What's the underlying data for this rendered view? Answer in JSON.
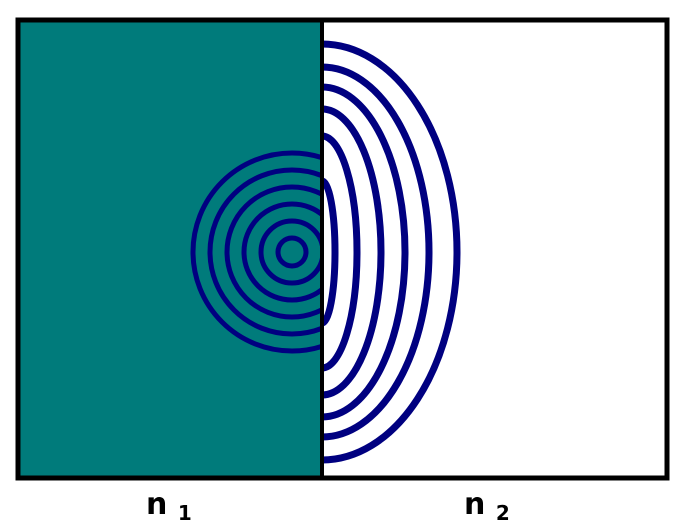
{
  "labels": {
    "left_medium": {
      "base": "n",
      "subscript": "1"
    },
    "right_medium": {
      "base": "n",
      "subscript": "2"
    }
  },
  "colors": {
    "medium_1_fill": "#007b7b",
    "medium_2_fill": "#ffffff",
    "wavefront": "#000080",
    "border": "#000000"
  },
  "wavefronts": {
    "medium_1_ring_count": 6,
    "medium_2_ring_count": 6
  }
}
